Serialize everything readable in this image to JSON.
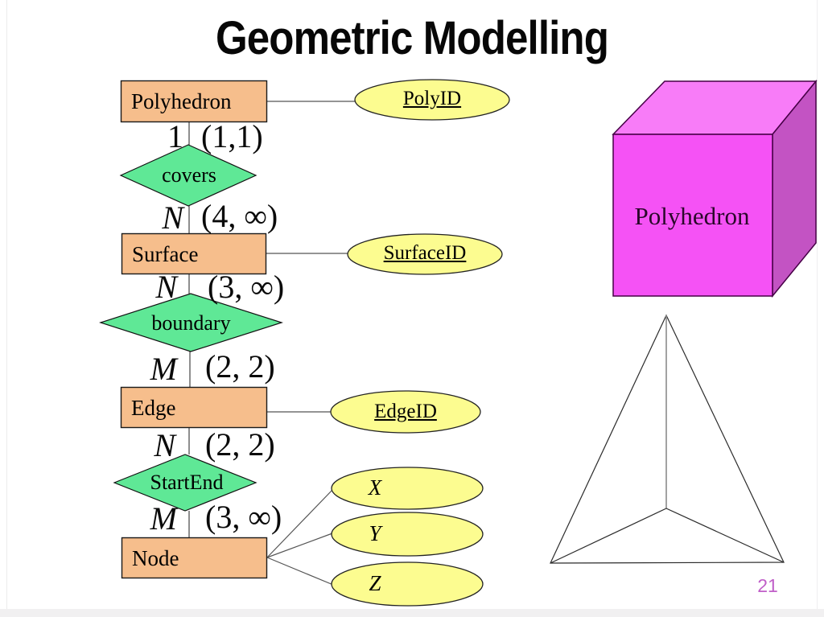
{
  "slide": {
    "title": "Geometric Modelling",
    "page_number": "21"
  },
  "er_diagram": {
    "entities": [
      {
        "label": "Polyhedron"
      },
      {
        "label": "Surface"
      },
      {
        "label": "Edge"
      },
      {
        "label": "Node"
      }
    ],
    "relationships": [
      {
        "label": "covers"
      },
      {
        "label": "boundary"
      },
      {
        "label": "StartEnd"
      }
    ],
    "attributes": [
      {
        "label": "PolyID",
        "key": true
      },
      {
        "label": "SurfaceID",
        "key": true
      },
      {
        "label": "EdgeID",
        "key": true
      },
      {
        "label": "X",
        "key": false
      },
      {
        "label": "Y",
        "key": false
      },
      {
        "label": "Z",
        "key": false
      }
    ],
    "cardinalities": [
      {
        "side": "1",
        "minmax": "(1,1)"
      },
      {
        "side": "N",
        "minmax": "(4, ∞)"
      },
      {
        "side": "N",
        "minmax": "(3, ∞)"
      },
      {
        "side": "M",
        "minmax": "(2, 2)"
      },
      {
        "side": "N",
        "minmax": "(2, 2)"
      },
      {
        "side": "M",
        "minmax": "(3, ∞)"
      }
    ],
    "colors": {
      "entity_fill": "#F6BE8C",
      "relationship_fill": "#5FE896",
      "attribute_fill": "#FCFC90",
      "outline": "#000000"
    }
  },
  "illustrations": {
    "cube_label": "Polyhedron",
    "cube_colors": {
      "front": "#F552F5",
      "top": "#F87CF8",
      "right": "#C353C3"
    }
  }
}
